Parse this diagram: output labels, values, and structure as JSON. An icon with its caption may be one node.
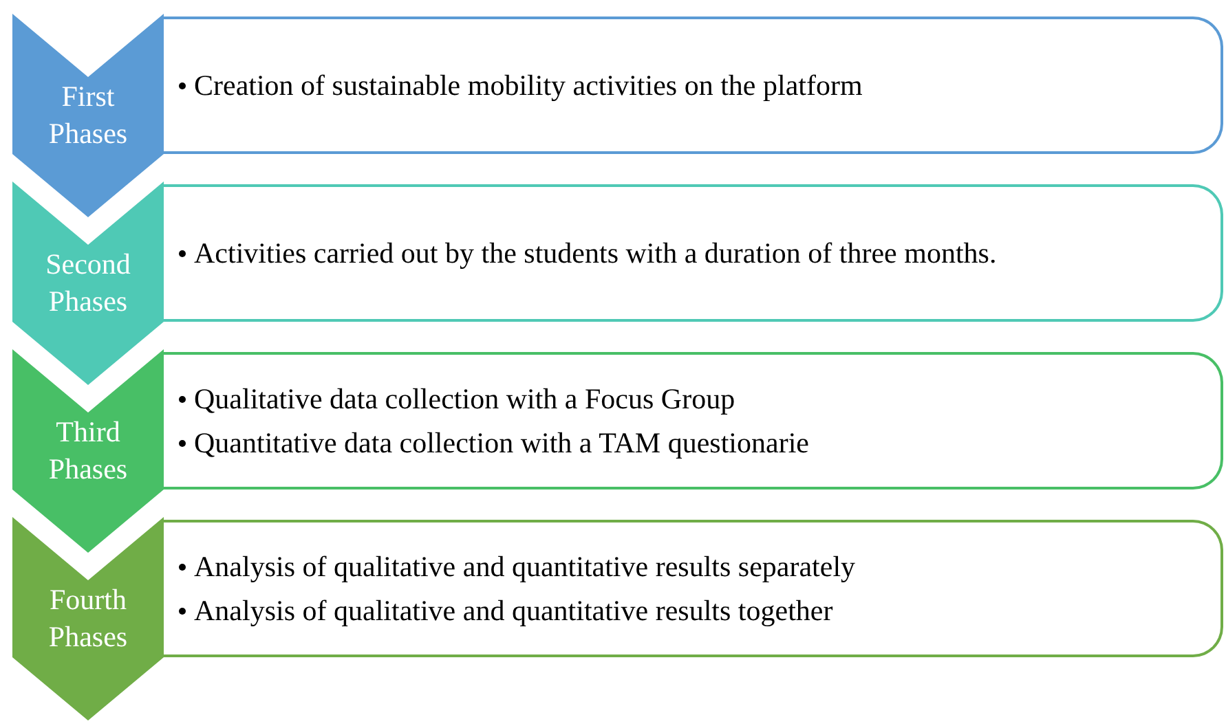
{
  "diagram": {
    "nodes": [
      {
        "text": [
          "First Phases"
        ]
      },
      {
        "text": [
          "Creation of sustainable mobility activities on the platform"
        ]
      },
      {
        "text": [
          "Second Phases"
        ]
      },
      {
        "text": [
          "Activities carried out by the students with a duration of three months."
        ]
      },
      {
        "text": [
          "Third Phases"
        ]
      },
      {
        "text": [
          "Qualitative data collection with a Focus Group",
          "Quantitative data collection with a TAM questionarie"
        ]
      },
      {
        "text": [
          "Fourth Phases"
        ]
      },
      {
        "text": [
          "Analysis of qualitative and quantitative results separately",
          "Analysis of qualitative and quantitative results together"
        ]
      }
    ]
  }
}
